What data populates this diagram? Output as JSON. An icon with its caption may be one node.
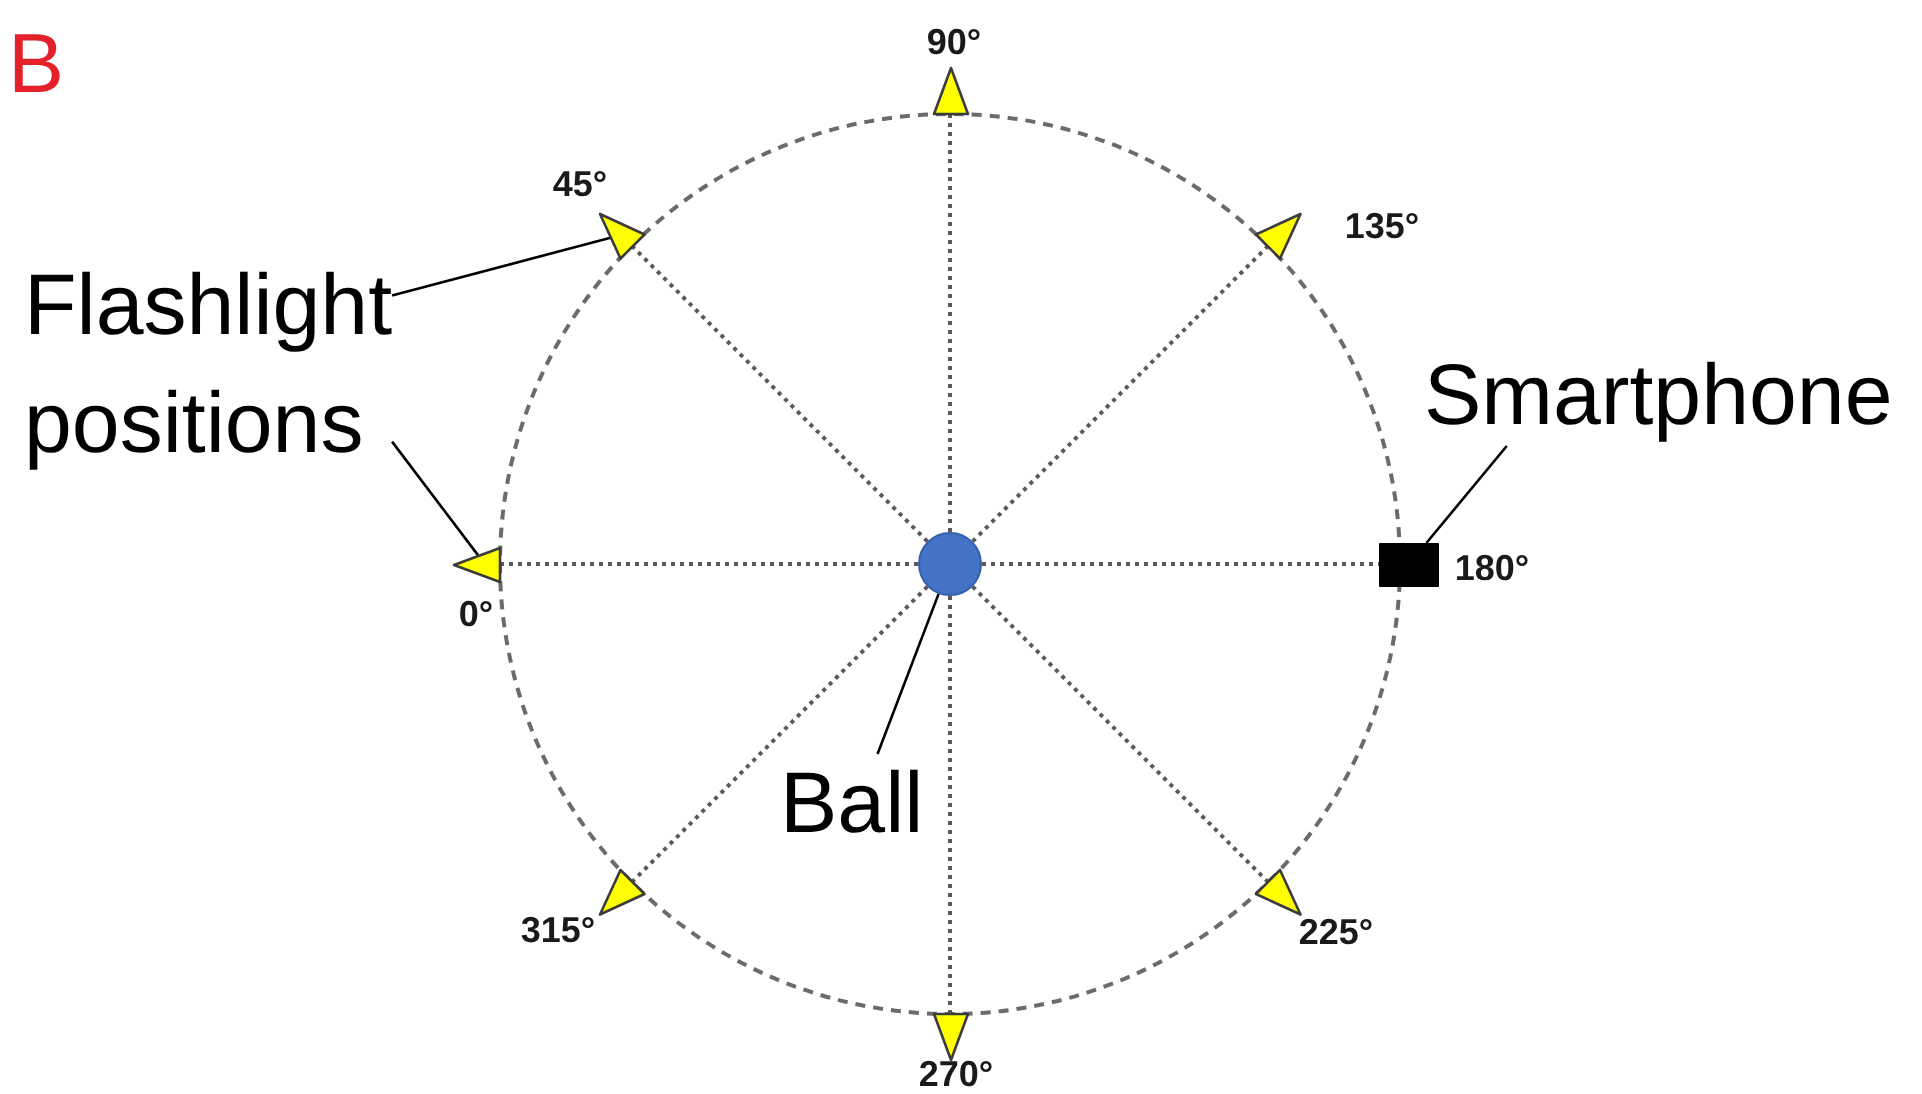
{
  "diagram": {
    "nodes": [
      {
        "text": [],
        "shape": "triangle",
        "beside": [
          "90°"
        ]
      },
      {
        "text": [],
        "shape": "triangle",
        "beside": [
          "45°"
        ]
      },
      {
        "text": [],
        "shape": "triangle",
        "beside": [
          "135°"
        ]
      },
      {
        "text": [
          "Flashlight positions"
        ]
      },
      {
        "text": [
          "Smartphone"
        ]
      },
      {
        "text": [],
        "shape": "triangle",
        "beside": [
          "0°"
        ]
      },
      {
        "text": [],
        "shape": "circle"
      },
      {
        "text": [],
        "shape": "box",
        "beside": [
          "180°"
        ]
      },
      {
        "text": [
          "Ball"
        ]
      },
      {
        "text": [],
        "shape": "triangle",
        "beside": [
          "315°"
        ]
      },
      {
        "text": [],
        "shape": "triangle",
        "beside": [
          "225°"
        ]
      },
      {
        "text": [],
        "shape": "triangle",
        "beside": [
          "270°"
        ]
      }
    ],
    "edges": [
      {
        "from": 6,
        "to": 0,
        "arrow": "none",
        "style": "dashed"
      },
      {
        "from": 6,
        "to": 1,
        "arrow": "none",
        "style": "dashed"
      },
      {
        "from": 6,
        "to": 2,
        "arrow": "none",
        "style": "dashed"
      },
      {
        "from": 6,
        "to": 5,
        "arrow": "none",
        "style": "dashed"
      },
      {
        "from": 6,
        "to": 7,
        "arrow": "none",
        "style": "dashed"
      },
      {
        "from": 6,
        "to": 9,
        "arrow": "none",
        "style": "dashed"
      },
      {
        "from": 6,
        "to": 10,
        "arrow": "none",
        "style": "dashed"
      },
      {
        "from": 6,
        "to": 11,
        "arrow": "none",
        "style": "dashed"
      },
      {
        "from": 3,
        "to": 1,
        "arrow": "none",
        "color": "#000000"
      },
      {
        "from": 3,
        "to": 5,
        "arrow": "none",
        "color": "#000000"
      },
      {
        "from": 4,
        "to": 7,
        "arrow": "none",
        "color": "#000000"
      },
      {
        "from": 8,
        "to": 6,
        "arrow": "none",
        "color": "#000000"
      }
    ],
    "labels": [
      "B"
    ]
  }
}
